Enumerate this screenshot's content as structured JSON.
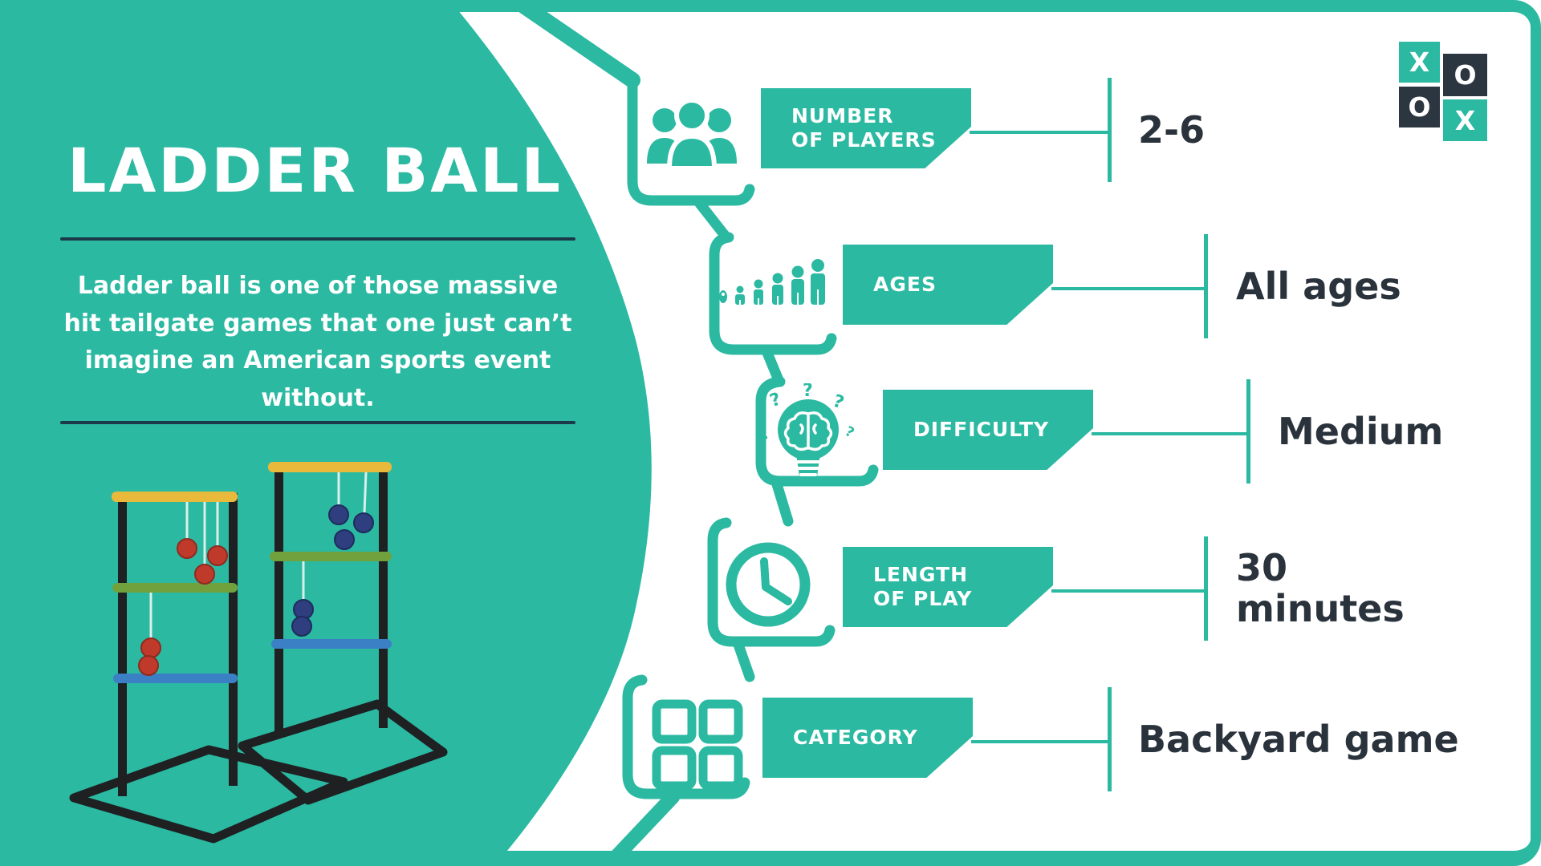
{
  "page": {
    "title": "LADDER BALL",
    "description": "Ladder ball is one of those massive hit tailgate games that one just can’t imagine an American sports event without."
  },
  "colors": {
    "teal": "#2BB9A2",
    "dark_square": "#2C3641",
    "value_text": "#2A333C",
    "divider": "#1A3A49",
    "rung_yellow": "#E9B93B",
    "rung_green": "#71A13C",
    "rung_blue": "#3B80C4",
    "ball_red": "#C03A2B",
    "ball_navy": "#2E3E7E"
  },
  "logo": {
    "cells": [
      {
        "letter": "X",
        "style": "teal"
      },
      {
        "letter": "O",
        "style": "dark"
      },
      {
        "letter": "O",
        "style": "dark"
      },
      {
        "letter": "X",
        "style": "teal"
      }
    ]
  },
  "rows": [
    {
      "icon": "players-icon",
      "label_line1": "NUMBER",
      "label_line2": "OF PLAYERS",
      "value_line1": "2-6",
      "value_line2": ""
    },
    {
      "icon": "ages-icon",
      "label_line1": "AGES",
      "label_line2": "",
      "value_line1": "All ages",
      "value_line2": ""
    },
    {
      "icon": "difficulty-icon",
      "label_line1": "DIFFICULTY",
      "label_line2": "",
      "value_line1": "Medium",
      "value_line2": ""
    },
    {
      "icon": "clock-icon",
      "label_line1": "LENGTH",
      "label_line2": "OF PLAY",
      "value_line1": "30",
      "value_line2": "minutes"
    },
    {
      "icon": "category-icon",
      "label_line1": "CATEGORY",
      "label_line2": "",
      "value_line1": "Backyard game",
      "value_line2": ""
    }
  ]
}
